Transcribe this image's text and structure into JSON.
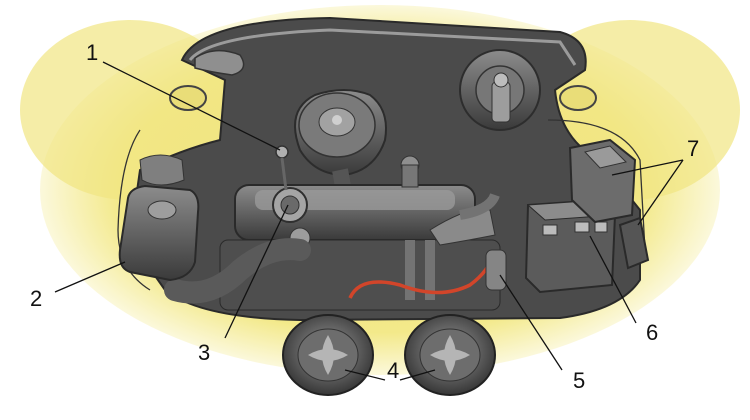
{
  "callouts": [
    {
      "label": "1"
    },
    {
      "label": "2"
    },
    {
      "label": "3"
    },
    {
      "label": "4"
    },
    {
      "label": "5"
    },
    {
      "label": "6"
    },
    {
      "label": "7"
    }
  ],
  "colors": {
    "backdrop": "#f3e98a",
    "backdrop_edge": "#fbf7cf",
    "metal_dark": "#3c3c3c",
    "metal_mid": "#6e6e6e",
    "metal_light": "#a9a9a9",
    "wire": "#d2452a",
    "leader": "#111111"
  }
}
